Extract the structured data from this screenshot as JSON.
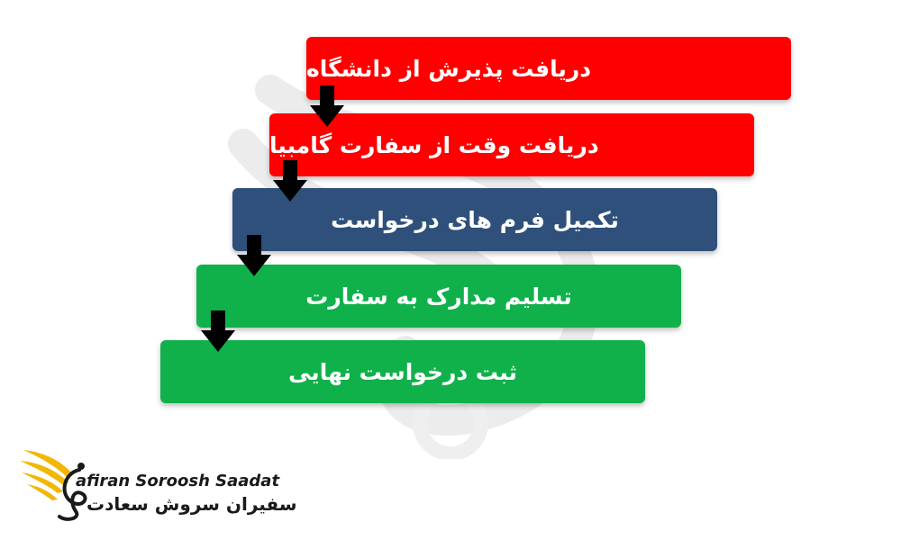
{
  "steps": [
    {
      "label": "دریافت پذیرش از دانشگاه",
      "color": "#fe0000"
    },
    {
      "label": "دریافت وقت از سفارت گامبیا",
      "color": "#fe0000"
    },
    {
      "label": "تکمیل فرم های درخواست",
      "color": "#2e507b"
    },
    {
      "label": "تسلیم مدارک به سفارت",
      "color": "#10b14b"
    },
    {
      "label": "ثبت درخواست نهایی",
      "color": "#10b14b"
    }
  ],
  "arrow_color": "#000000",
  "logo": {
    "latin": "afiran Soroosh Saadat",
    "farsi": "سفیران سروش سعادت",
    "accent": "#f2b705",
    "icon": "golden-wing-swirl-icon"
  }
}
